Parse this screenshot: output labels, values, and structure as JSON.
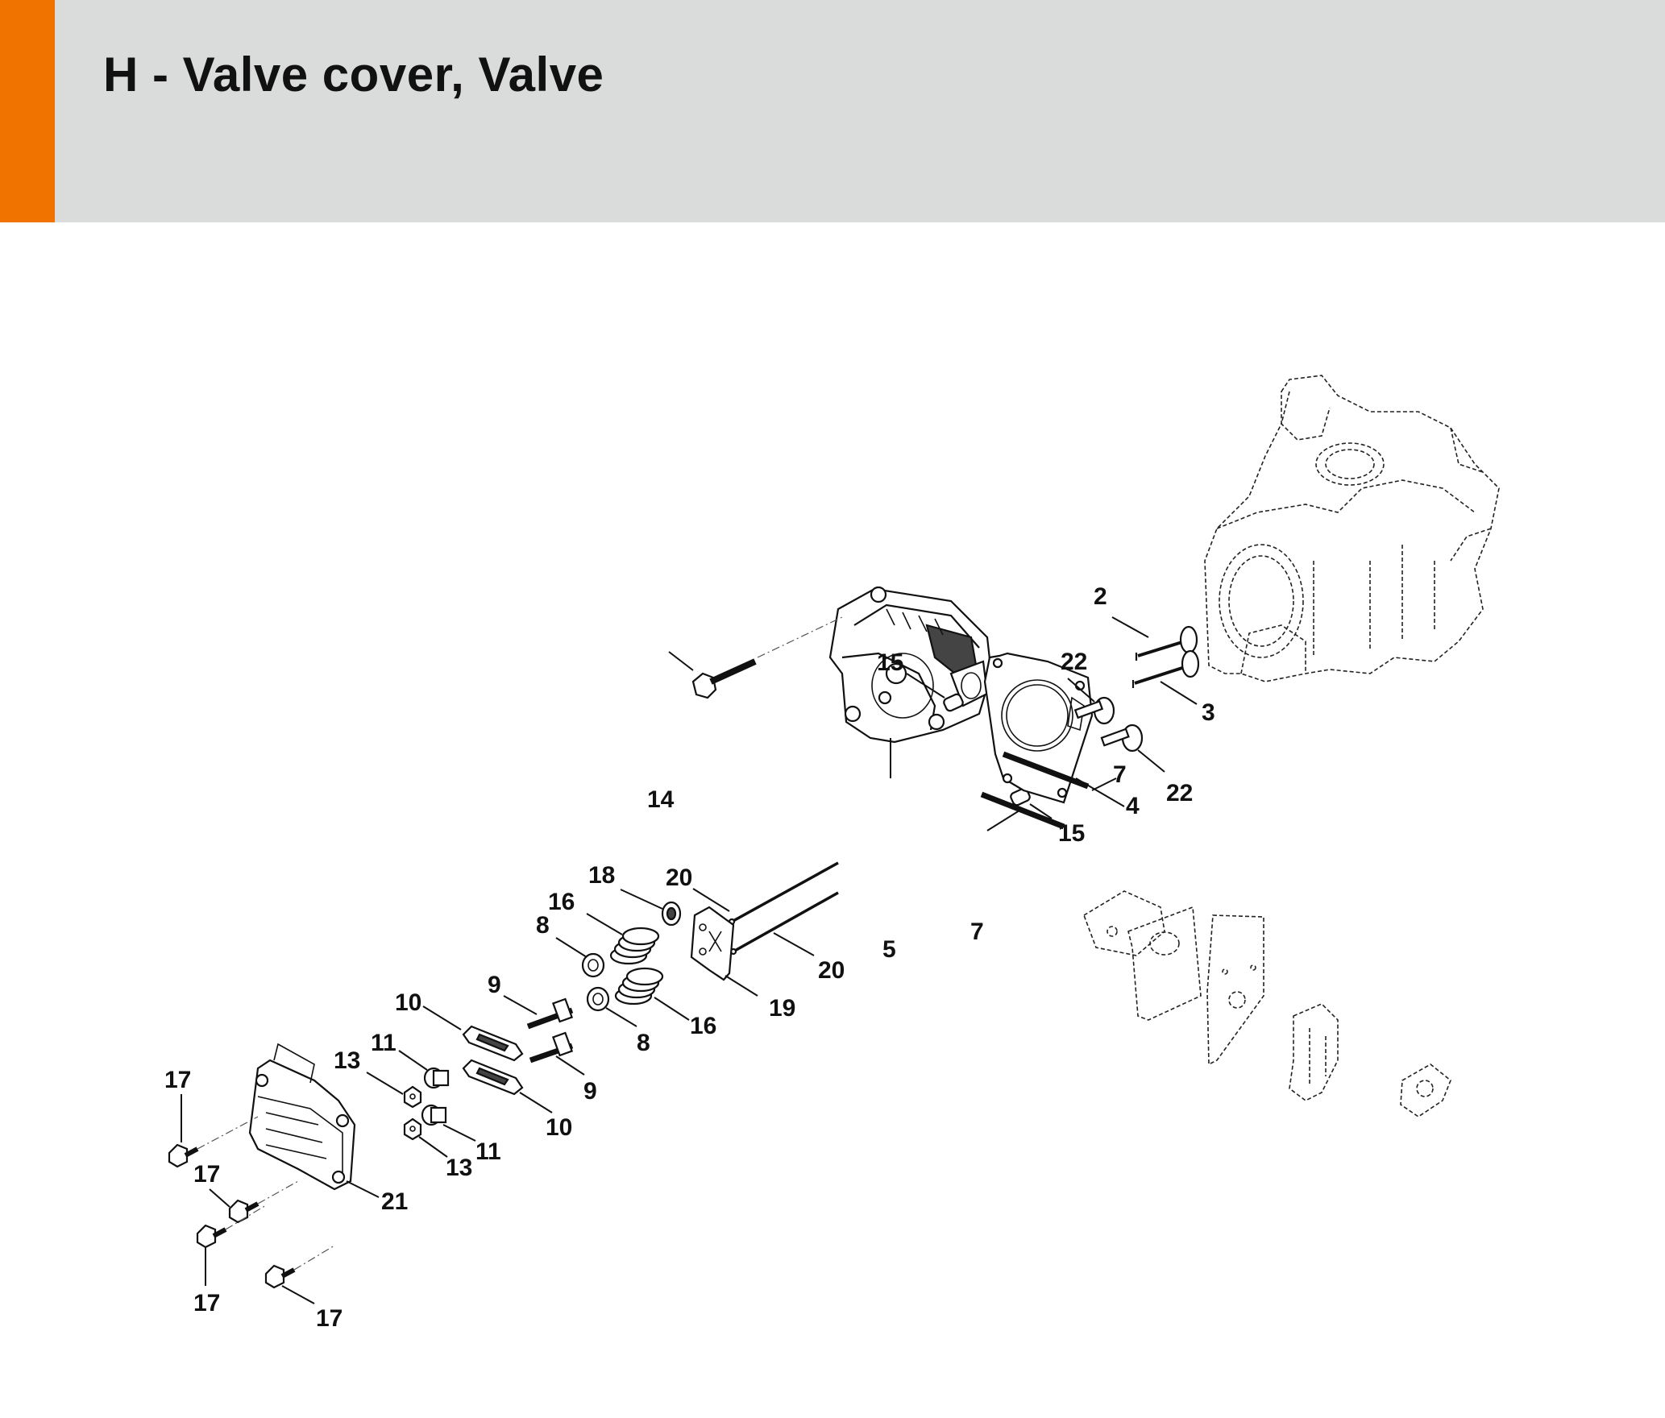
{
  "header": {
    "title": "H - Valve cover, Valve",
    "accent_color": "#f07300",
    "band_color": "#dadbdb"
  },
  "callouts": [
    {
      "id": "c2",
      "label": "2"
    },
    {
      "id": "c3",
      "label": "3"
    },
    {
      "id": "c4",
      "label": "4"
    },
    {
      "id": "c5",
      "label": "5"
    },
    {
      "id": "c7a",
      "label": "7"
    },
    {
      "id": "c7b",
      "label": "7"
    },
    {
      "id": "c8a",
      "label": "8"
    },
    {
      "id": "c8b",
      "label": "8"
    },
    {
      "id": "c9a",
      "label": "9"
    },
    {
      "id": "c9b",
      "label": "9"
    },
    {
      "id": "c10a",
      "label": "10"
    },
    {
      "id": "c10b",
      "label": "10"
    },
    {
      "id": "c11a",
      "label": "11"
    },
    {
      "id": "c11b",
      "label": "11"
    },
    {
      "id": "c13a",
      "label": "13"
    },
    {
      "id": "c13b",
      "label": "13"
    },
    {
      "id": "c14",
      "label": "14"
    },
    {
      "id": "c15a",
      "label": "15"
    },
    {
      "id": "c15b",
      "label": "15"
    },
    {
      "id": "c16a",
      "label": "16"
    },
    {
      "id": "c16b",
      "label": "16"
    },
    {
      "id": "c17a",
      "label": "17"
    },
    {
      "id": "c17b",
      "label": "17"
    },
    {
      "id": "c17c",
      "label": "17"
    },
    {
      "id": "c17d",
      "label": "17"
    },
    {
      "id": "c18",
      "label": "18"
    },
    {
      "id": "c19",
      "label": "19"
    },
    {
      "id": "c20a",
      "label": "20"
    },
    {
      "id": "c20b",
      "label": "20"
    },
    {
      "id": "c21",
      "label": "21"
    },
    {
      "id": "c22a",
      "label": "22"
    },
    {
      "id": "c22b",
      "label": "22"
    }
  ]
}
